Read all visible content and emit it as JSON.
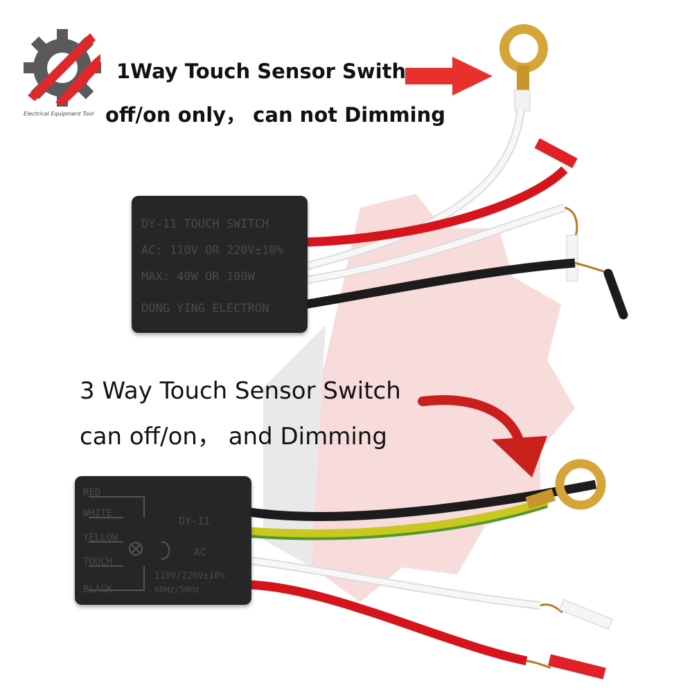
{
  "logo": {
    "caption": "Electrical Equipment Tool"
  },
  "switch1": {
    "title": "1Way Touch Sensor Swith",
    "subtitle": "off/on only， can not Dimming",
    "module_lines": [
      "DY-11  TOUCH  SWITCH",
      "AC: 110V OR 220V±10%",
      "MAX: 40W  OR  100W",
      "DONG YING ELECTRON"
    ]
  },
  "switch3": {
    "title": "3 Way Touch Sensor Switch",
    "subtitle": "can off/on， and Dimming",
    "module": {
      "model": "DY-11",
      "ac": "AC",
      "rating": "110V/220V±10%",
      "freq": "60Hz/50Hz",
      "wire_labels": [
        "RED",
        "WHITE",
        "YELLOW",
        "TOUCH",
        "BLACK"
      ]
    }
  },
  "colors": {
    "arrow1": "#e8302c",
    "arrow2": "#c9201c",
    "module": "#262626",
    "wire_red": "#d6141c",
    "wire_white": "#f4f4f4",
    "wire_black": "#1c1c1c",
    "wire_yellow": "#c8c81e",
    "wire_green": "#4e9a2e",
    "gold": "#d6a53a"
  }
}
